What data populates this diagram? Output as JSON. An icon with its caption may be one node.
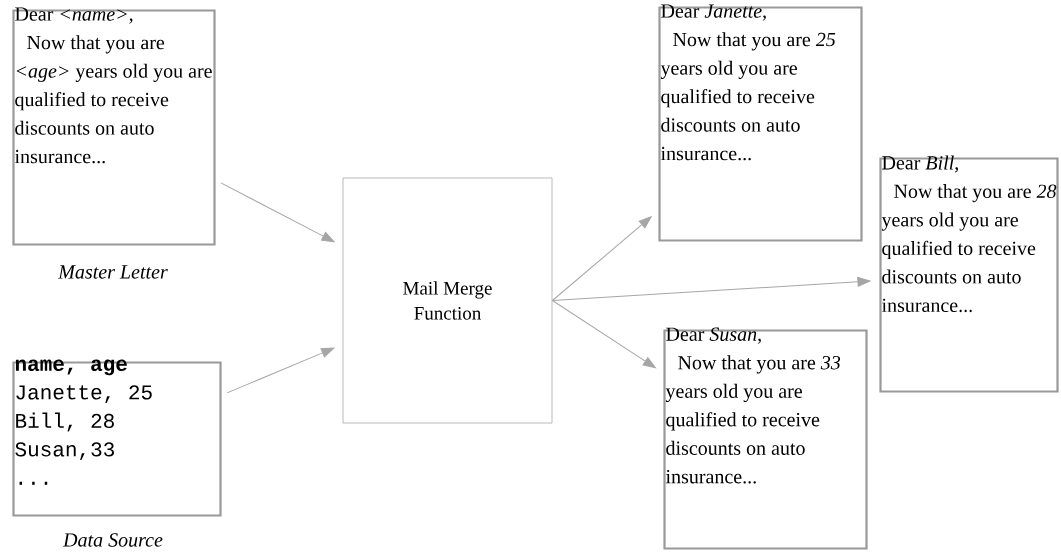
{
  "diagram": {
    "nodes": [
      {
        "text": [
          "Dear *<name>*,",
          "Now that you are *<age>* years old you are qualified to receive discounts on auto insurance..."
        ],
        "beside": [
          "Master Letter"
        ]
      },
      {
        "text": [
          "name, age",
          "Janette, 25",
          "Bill, 28",
          "Susan,33",
          "..."
        ],
        "beside": [
          "Data Source"
        ]
      },
      {
        "text": [
          "Mail Merge Function"
        ]
      },
      {
        "text": [
          "Dear *Janette*,",
          "Now that you are *25* years old you are qualified to receive discounts on auto insurance..."
        ]
      },
      {
        "text": [
          "Dear *Bill*,",
          "Now that you are *28* years old you are qualified to receive discounts on auto insurance..."
        ]
      },
      {
        "text": [
          "Dear *Susan*,",
          "Now that you are *33* years old you are qualified to receive discounts on auto insurance..."
        ]
      }
    ],
    "edges": [
      {
        "from": 0,
        "to": 2,
        "arrow": "to"
      },
      {
        "from": 1,
        "to": 2,
        "arrow": "to"
      },
      {
        "from": 2,
        "to": 3,
        "arrow": "to"
      },
      {
        "from": 2,
        "to": 4,
        "arrow": "to"
      },
      {
        "from": 2,
        "to": 5,
        "arrow": "to"
      }
    ]
  }
}
